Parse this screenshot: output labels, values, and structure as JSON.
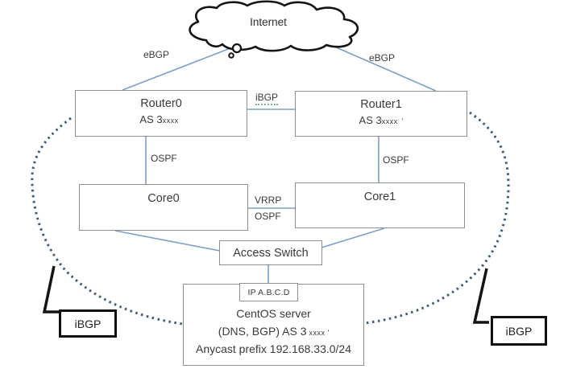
{
  "internet": {
    "label": "Internet"
  },
  "routers": {
    "router0": {
      "title": "Router0",
      "as_line": {
        "prefix": "AS 3",
        "small": "xxxx",
        "suffix": ""
      }
    },
    "router1": {
      "title": "Router1",
      "as_line": {
        "prefix": "AS 3",
        "small": "xxxx",
        "suffix": "'"
      }
    }
  },
  "cores": {
    "core0": {
      "title": "Core0"
    },
    "core1": {
      "title": "Core1"
    }
  },
  "access_switch": {
    "title": "Access Switch"
  },
  "server": {
    "ip_tag": "IP A.B.C.D",
    "line1": "CentOS server",
    "line2": {
      "prefix": "(DNS, BGP) AS 3",
      "small": "xxxx",
      "suffix": "'"
    },
    "line3": "Anycast prefix 192.168.33.0/24"
  },
  "link_labels": {
    "ebgp_left": "eBGP",
    "ebgp_right": "eBGP",
    "ibgp_top": "iBGP",
    "ospf_left": "OSPF",
    "ospf_right": "OSPF",
    "vrrp": "VRRP",
    "ospf_mid": "OSPF",
    "ibgp_bottom_left": "iBGP",
    "ibgp_bottom_right": "iBGP"
  },
  "colors": {
    "link_line": "#7d9fc5",
    "dotted_ring": "#3d5a78",
    "outline_black": "#141414",
    "box_border": "#8f8f8f",
    "text": "#3b3b3b"
  }
}
